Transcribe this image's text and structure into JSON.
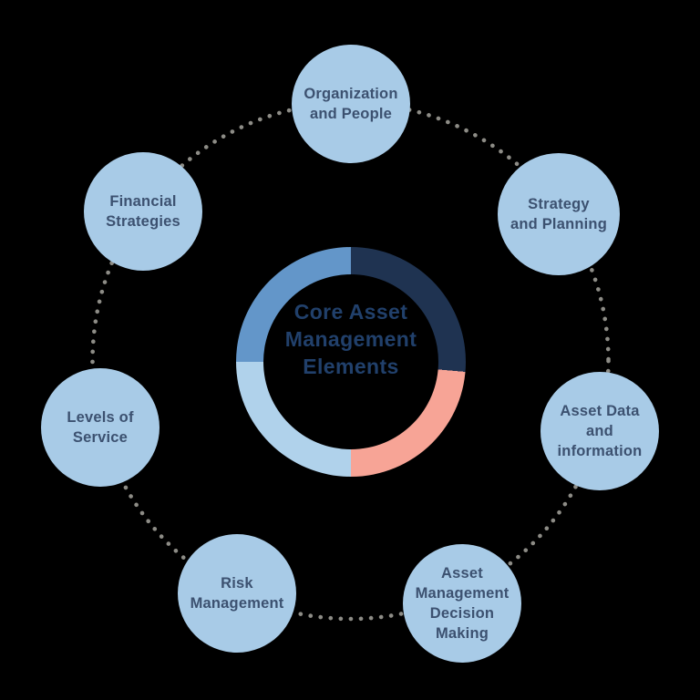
{
  "title": "Core Asset Management Elements diagram",
  "center": {
    "title": "Core Asset\nManagement\nElements"
  },
  "nodes": [
    {
      "id": "organization-and-people",
      "label": "Organization\nand People"
    },
    {
      "id": "strategy-and-planning",
      "label": "Strategy\nand Planning"
    },
    {
      "id": "asset-data-and-information",
      "label": "Asset Data\nand\ninformation"
    },
    {
      "id": "asset-management-decision-making",
      "label": "Asset\nManagement\nDecision\nMaking"
    },
    {
      "id": "risk-management",
      "label": "Risk\nManagement"
    },
    {
      "id": "levels-of-service",
      "label": "Levels of\nService"
    },
    {
      "id": "financial-strategies",
      "label": "Financial\nStrategies"
    }
  ],
  "ring_segments": [
    {
      "name": "navy",
      "color": "#1f3351",
      "from_deg": 0,
      "to_deg": 95
    },
    {
      "name": "salmon",
      "color": "#f7a496",
      "from_deg": 95,
      "to_deg": 180
    },
    {
      "name": "light-blue",
      "color": "#b0d2eb",
      "from_deg": 180,
      "to_deg": 270
    },
    {
      "name": "medium-blue",
      "color": "#6396c9",
      "from_deg": 270,
      "to_deg": 360
    }
  ],
  "colors": {
    "background": "#000000",
    "node-fill": "#a8cbe7",
    "node-text": "#3c5170",
    "title-text": "#21406b",
    "dot": "#8d8c86",
    "seg-navy": "#1f3351",
    "seg-salmon": "#f7a496",
    "seg-light": "#b0d2eb",
    "seg-mid": "#6396c9"
  }
}
